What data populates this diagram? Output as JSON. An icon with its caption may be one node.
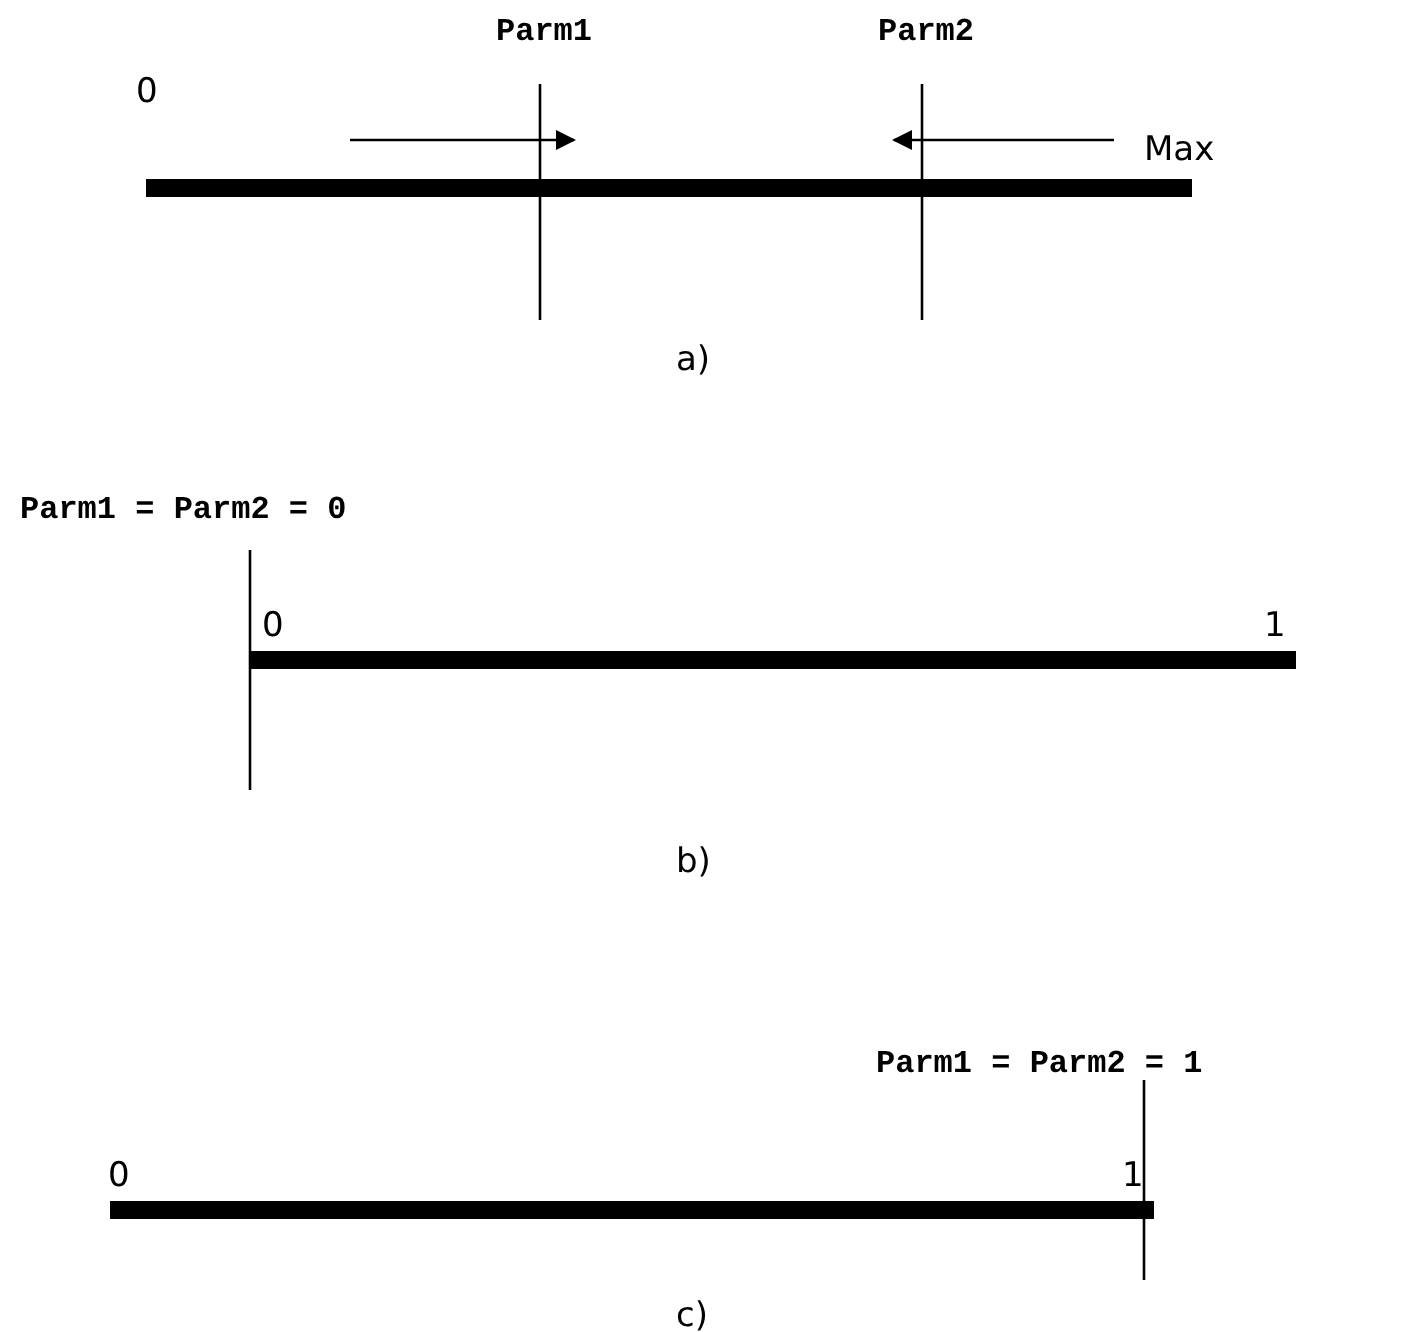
{
  "diagram": {
    "labels": [
      "Parm1",
      "Parm2",
      "0",
      "Max",
      "a)",
      "Parm1 = Parm2 = 0",
      "0",
      "1",
      "b)",
      "Parm1 = Parm2 = 1",
      "0",
      "1",
      "c)"
    ]
  }
}
